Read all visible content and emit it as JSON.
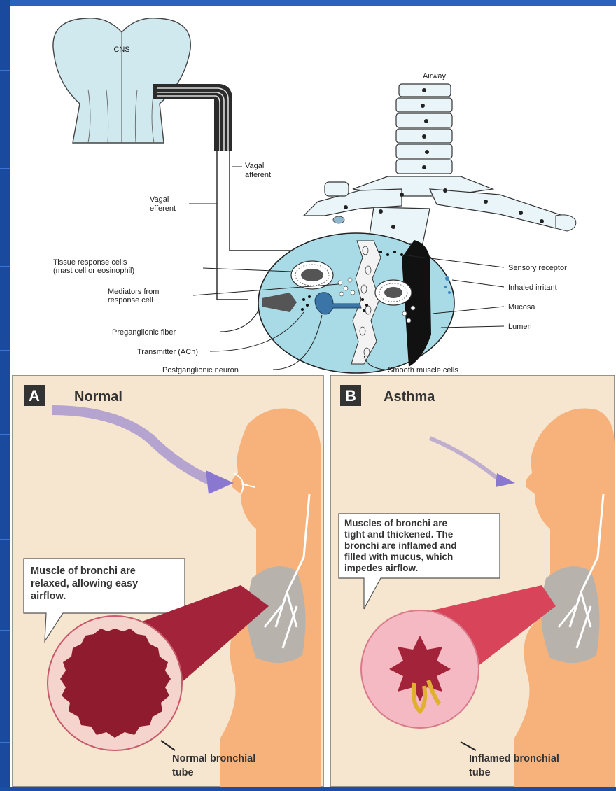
{
  "top_diagram": {
    "cns": "CNS",
    "airway": "Airway",
    "vagal_afferent": [
      "Vagal",
      "afferent"
    ],
    "vagal_efferent": [
      "Vagal",
      "efferent"
    ],
    "tissue_response": [
      "Tissue response cells",
      "(mast cell or eosinophil)"
    ],
    "mediators": [
      "Mediators from",
      "response cell"
    ],
    "preganglionic": "Preganglionic fiber",
    "transmitter": "Transmitter (ACh)",
    "postganglionic": "Postganglionic neuron",
    "sensory_receptor": "Sensory receptor",
    "inhaled_irritant": "Inhaled irritant",
    "mucosa": "Mucosa",
    "lumen": "Lumen",
    "smooth_muscle": "Smooth muscle cells"
  },
  "panel_a": {
    "letter": "A",
    "title": "Normal",
    "callout": [
      "Muscle of bronchi are",
      "relaxed, allowing  easy",
      "airflow."
    ],
    "tube_label": [
      "Normal bronchial",
      "tube"
    ]
  },
  "panel_b": {
    "letter": "B",
    "title": "Asthma",
    "callout": [
      "Muscles of bronchi are",
      "tight and thickened. The",
      "bronchi are inflamed and",
      "filled with mucus, which",
      "impedes airflow."
    ],
    "tube_label": [
      "Inflamed bronchial",
      "tube"
    ]
  },
  "colors": {
    "skin": "#f6b27a",
    "panel_bg": "#f6e5cf",
    "cell_blue": "#a9dbe6",
    "tube_red": "#a3243a",
    "inflamed_pink": "#f4b9c3",
    "arrow_purple": "#8a78d0"
  }
}
